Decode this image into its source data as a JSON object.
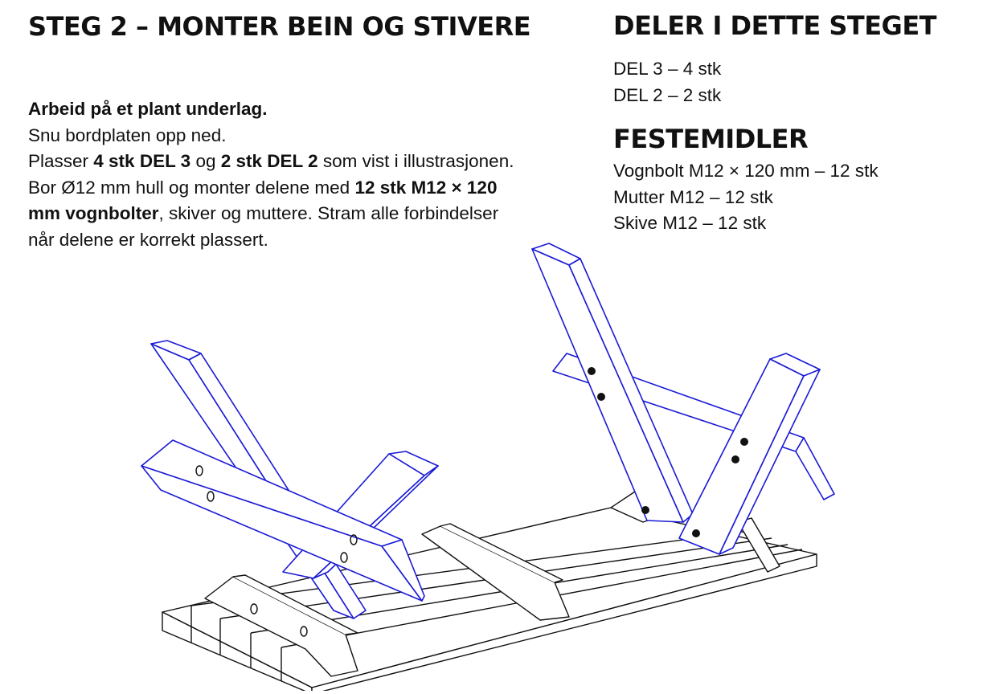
{
  "step": {
    "title": "STEG 2 – MONTER BEIN OG STIVERE",
    "line1": "Arbeid på et plant underlag.",
    "line2": "Snu bordplaten opp ned.",
    "p_a": "Plasser ",
    "p_b": "4 stk DEL 3",
    "p_c": " og ",
    "p_d": "2 stk DEL 2",
    "p_e": " som vist i illustrasjonen. Bor Ø12 mm hull og monter delene med ",
    "p_f": "12 stk M12 × 120 mm vognbolter",
    "p_g": ", skiver og muttere. Stram alle forbindelser når delene er korrekt plassert."
  },
  "parts": {
    "title": "DELER I DETTE STEGET",
    "items": [
      "DEL 3 – 4 stk",
      "DEL 2 – 2 stk"
    ]
  },
  "fasteners": {
    "title": "FESTEMIDLER",
    "items": [
      "Vognbolt M12 × 120 mm – 12 stk",
      "Mutter M12 – 12 stk",
      "Skive M12 – 12 stk"
    ]
  },
  "colors": {
    "legs_and_braces": "#1a1ad6",
    "tabletop": "#111111"
  }
}
